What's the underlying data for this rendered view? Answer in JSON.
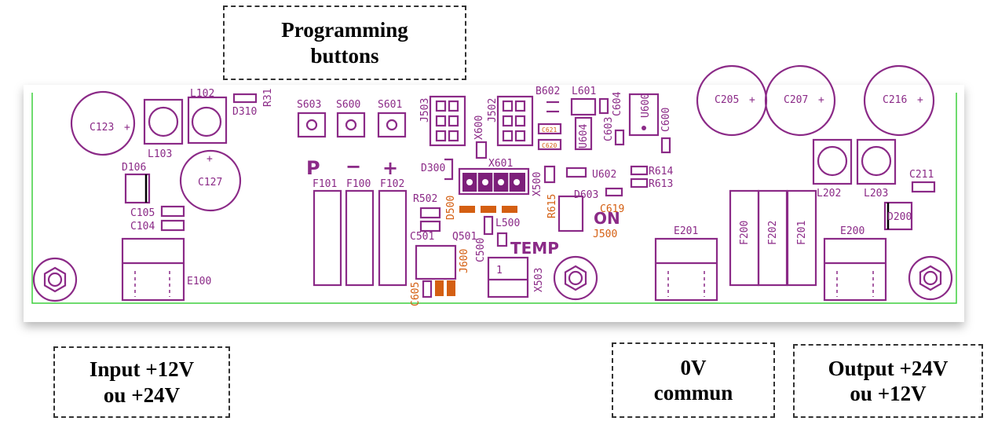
{
  "callouts": {
    "programming": {
      "line1": "Programming",
      "line2": "buttons"
    },
    "input": {
      "line1": "Input +12V",
      "line2": "ou +24V"
    },
    "common": {
      "line1": "0V",
      "line2": "commun"
    },
    "output": {
      "line1": "Output +24V",
      "line2": "ou +12V"
    }
  },
  "board": {
    "button_labels": {
      "p": "P",
      "minus": "−",
      "plus": "+"
    },
    "markings": {
      "temp": "TEMP",
      "on": "ON"
    },
    "components": {
      "c123": "C123",
      "c127": "C127",
      "l103": "L103",
      "l102": "L102",
      "d310": "D310",
      "r31": "R31",
      "d106": "D106",
      "c105": "C105",
      "c104": "C104",
      "e100": "E100",
      "s603": "S603",
      "s600": "S600",
      "s601": "S601",
      "f101": "F101",
      "f100": "F100",
      "f102": "F102",
      "j503": "J503",
      "j502": "J502",
      "x600": "X600",
      "x601": "X601",
      "c621": "C621",
      "c620": "C620",
      "d300": "D300",
      "r502": "R502",
      "d500": "D500",
      "c501": "C501",
      "q501": "Q501",
      "l500": "L500",
      "c500": "C500",
      "j600": "J600",
      "c605": "C605",
      "x503": "X503",
      "x500": "X500",
      "r615": "R615",
      "d603": "D603",
      "c619": "C619",
      "j500": "J500",
      "u604": "U604",
      "c603": "C603",
      "c604": "C604",
      "u602": "U602",
      "r614": "R614",
      "r613": "R613",
      "u600": "U600",
      "c600": "C600",
      "b602": "B602",
      "l601": "L601",
      "c205": "C205",
      "c207": "C207",
      "c216": "C216",
      "c211": "C211",
      "l202": "L202",
      "l203": "L203",
      "d200": "D200",
      "e201": "E201",
      "f200": "F200",
      "f202": "F202",
      "f201": "F201",
      "e200": "E200",
      "pin1": "1"
    }
  }
}
